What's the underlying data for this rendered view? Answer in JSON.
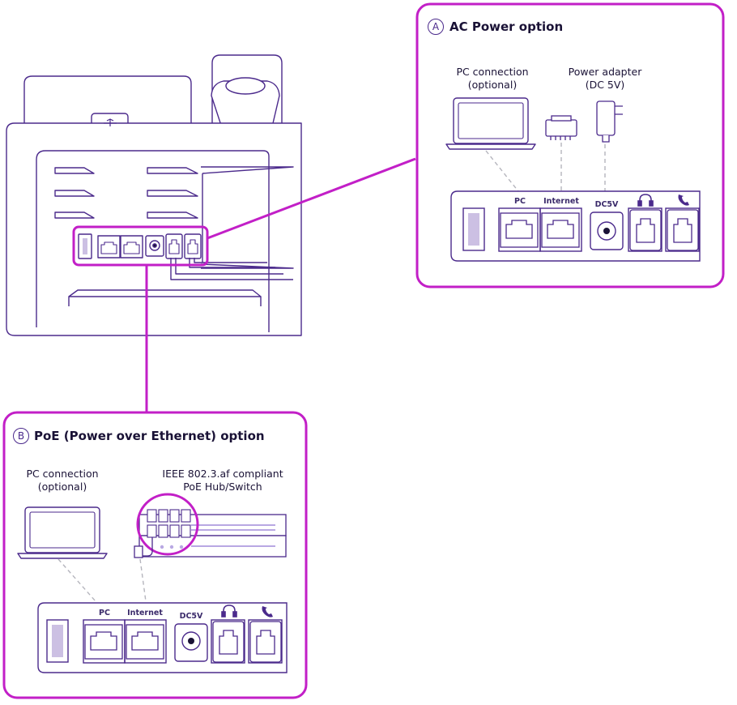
{
  "panel_a": {
    "badge": "A",
    "title": "AC Power option",
    "pc_connection": [
      "PC connection",
      "(optional)"
    ],
    "power_adapter": [
      "Power adapter",
      "(DC 5V)"
    ],
    "ports": {
      "pc": "PC",
      "internet": "Internet",
      "dc": "DC5V"
    }
  },
  "panel_b": {
    "badge": "B",
    "title": "PoE (Power over Ethernet) option",
    "pc_connection": [
      "PC connection",
      "(optional)"
    ],
    "poe_switch": [
      "IEEE 802.3.af compliant",
      "PoE Hub/Switch"
    ],
    "ports": {
      "pc": "PC",
      "internet": "Internet",
      "dc": "DC5V"
    }
  },
  "colors": {
    "highlight": "#c21fc7",
    "outline": "#4b2a8c",
    "dashed": "#b5b5bd",
    "text": "#1a1236"
  },
  "icons": [
    "usb-icon",
    "headset-icon",
    "handset-icon",
    "laptop-icon",
    "power-adapter-icon",
    "poe-switch-icon"
  ]
}
